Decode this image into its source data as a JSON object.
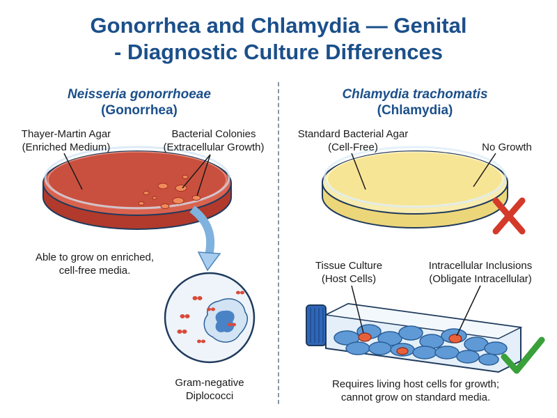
{
  "title": {
    "line1": "Gonorrhea and Chlamydia — Genital",
    "line2": "- Diagnostic Culture Differences"
  },
  "left": {
    "species": "Neisseria gonorrhoeae",
    "common": "(Gonorrhea)",
    "agar_label": [
      "Thayer-Martin Agar",
      "(Enriched Medium)"
    ],
    "colonies_label": [
      "Bacterial Colonies",
      "(Extracellular Growth)"
    ],
    "note": [
      "Able to grow on enriched,",
      "cell-free media."
    ],
    "micro_label": [
      "Gram-negative",
      "Diplococci"
    ]
  },
  "right": {
    "species": "Chlamydia trachomatis",
    "common": "(Chlamydia)",
    "agar_label": [
      "Standard Bacterial Agar",
      "(Cell-Free)"
    ],
    "no_growth_label": "No Growth",
    "tissue_label": [
      "Tissue Culture",
      "(Host Cells)"
    ],
    "inclusions_label": [
      "Intracellular Inclusions",
      "(Obligate Intracellular)"
    ],
    "note": [
      "Requires living host cells for growth;",
      "cannot grow on standard media."
    ]
  },
  "colors": {
    "title": "#1b4f8a",
    "thayer_martin_agar": "#c44a3a",
    "standard_agar": "#f5e08a",
    "cells": "#4a8fd0",
    "inclusions": "#e8603a",
    "cross": "#d43a2a",
    "check": "#3aa03a",
    "divider": "#8a96a4"
  },
  "icons": {
    "no_growth": "red-x-icon",
    "growth": "green-check-icon",
    "flow_arrow": "down-arrow-icon"
  }
}
